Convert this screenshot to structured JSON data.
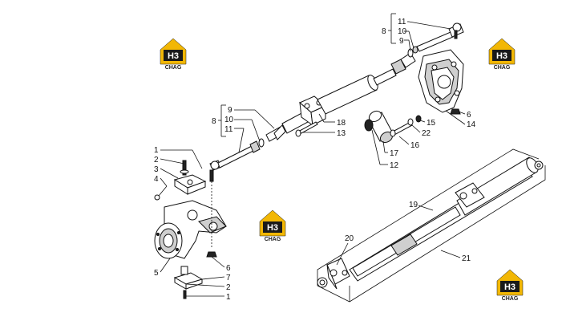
{
  "watermark": {
    "letters": "H3",
    "brand": "CHAG",
    "accent": "#f2b705",
    "dark": "#1a1a1a"
  },
  "callouts": {
    "n1": "1",
    "n2": "2",
    "n3": "3",
    "n4": "4",
    "n5": "5",
    "n6": "6",
    "n7": "7",
    "n8": "8",
    "n9": "9",
    "n10": "10",
    "n11": "11",
    "n12": "12",
    "n13": "13",
    "n14": "14",
    "n15": "15",
    "n16": "16",
    "n17": "17",
    "n18": "18",
    "n19": "19",
    "n20": "20",
    "n21": "21",
    "n22": "22"
  }
}
